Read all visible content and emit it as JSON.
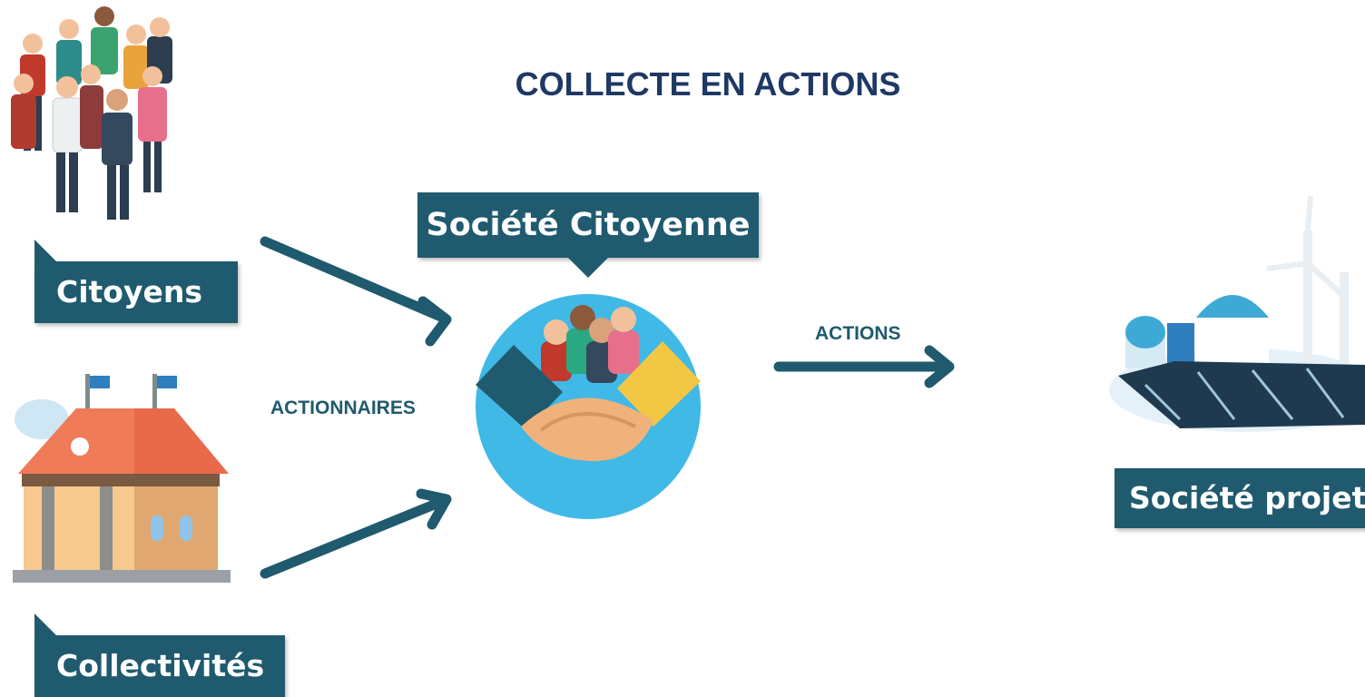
{
  "title": "COLLECTE EN ACTIONS",
  "nodes": {
    "citoyens": "Citoyens",
    "collectivites": "Collectivités",
    "societe_citoyenne": "Société Citoyenne",
    "societe_projet": "Société projet"
  },
  "edges": {
    "actionnaires": "ACTIONNAIRES",
    "actions": "ACTIONS"
  },
  "colors": {
    "tag": "#1f5a6e",
    "title": "#1f3864",
    "circle": "#40b9e6"
  },
  "icons": [
    "people-crowd-icon",
    "town-hall-icon",
    "handshake-group-icon",
    "energy-plant-icon"
  ]
}
